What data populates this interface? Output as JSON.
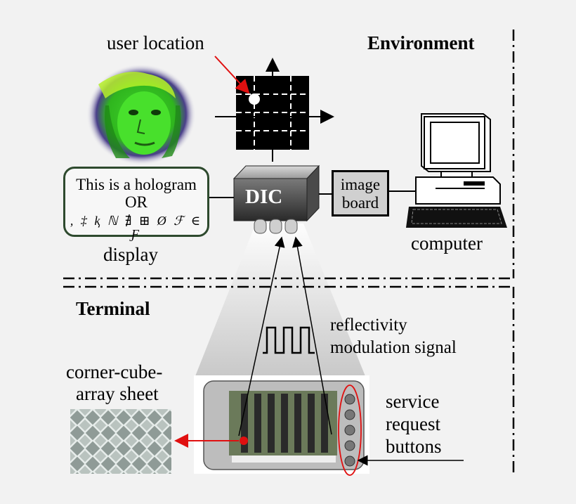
{
  "labels": {
    "user_location": "user location",
    "environment": "Environment",
    "terminal": "Terminal",
    "dic": "DIC",
    "image_board_line1": "image",
    "image_board_line2": "board",
    "computer": "computer",
    "display": "display",
    "display_line1": "This is a hologram",
    "display_line2": "OR",
    "display_line3": ", ‡ ⱪ ℕ ∄ ⊞ Ø ℱ ∈ Ƒ",
    "reflectivity_line1": "reflectivity",
    "modulation_line2": "modulation signal",
    "corner_line1": "corner-cube-",
    "corner_line2": "array sheet",
    "service_line1": "service",
    "service_line2": "request",
    "service_line3": "buttons"
  },
  "colors": {
    "background": "#f2f2f2",
    "accent_red": "#e01010",
    "hologram_green": "#3fd32a",
    "display_border": "#2e4a2e"
  },
  "icons": [
    "computer-icon",
    "camera-icon",
    "face-photo",
    "grid-icon",
    "terminal-device",
    "corner-cube-texture"
  ]
}
